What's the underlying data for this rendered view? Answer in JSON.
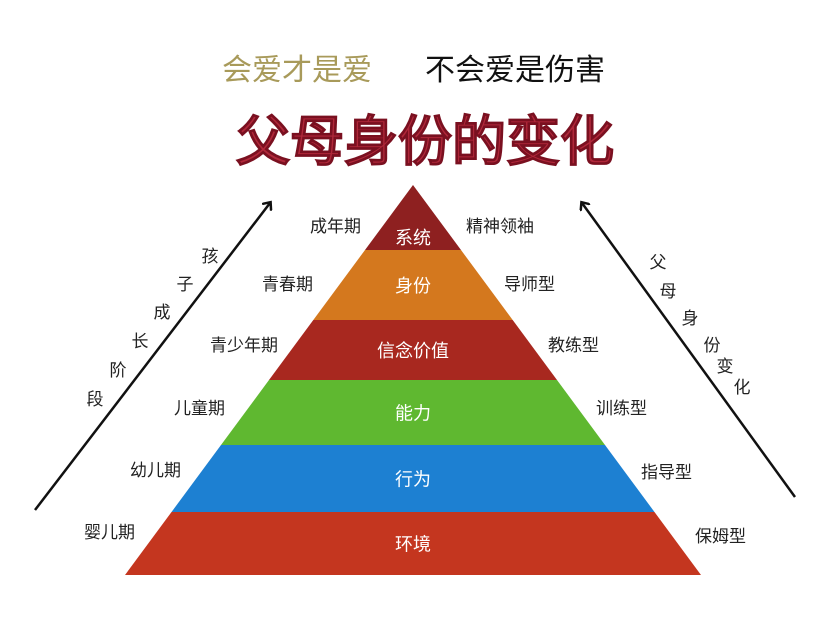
{
  "header": {
    "subtitle_left": "会爱才是爱",
    "subtitle_right": "不会爱是伤害",
    "title": "父母身份的变化"
  },
  "colors": {
    "title": "#b0283a",
    "subtitle_left": "#a89a5a"
  },
  "pyramid": [
    {
      "label": "系统",
      "color": "#8e2020"
    },
    {
      "label": "身份",
      "color": "#d4781e"
    },
    {
      "label": "信念价值",
      "color": "#a8281f"
    },
    {
      "label": "能力",
      "color": "#5fb830"
    },
    {
      "label": "行为",
      "color": "#1d80d2"
    },
    {
      "label": "环境",
      "color": "#c4361f"
    }
  ],
  "child_stages": [
    "成年期",
    "青春期",
    "青少年期",
    "儿童期",
    "幼儿期",
    "婴儿期"
  ],
  "parent_roles": [
    "精神领袖",
    "导师型",
    "教练型",
    "训练型",
    "指导型",
    "保姆型"
  ],
  "left_arrow_label": [
    "孩",
    "子",
    "成",
    "长",
    "阶",
    "段"
  ],
  "right_arrow_label": [
    "父",
    "母",
    "身",
    "份",
    "变",
    "化"
  ]
}
